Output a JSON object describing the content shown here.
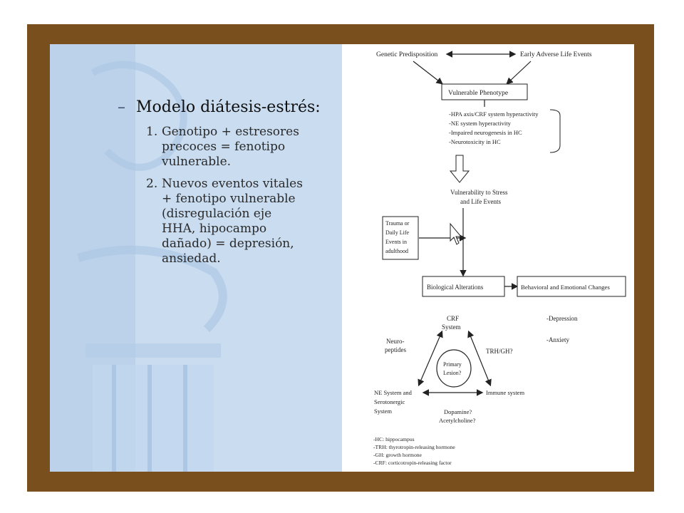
{
  "slide": {
    "heading": "Modelo diátesis-estrés:",
    "items": [
      {
        "num": "1.",
        "text": "Genotipo + estresores precoces = fenotipo vulnerable."
      },
      {
        "num": "2.",
        "text": "Nuevos eventos vitales + fenotipo vulnerable (disregulación eje HHA, hipocampo dañado) = depresión, ansiedad."
      }
    ]
  },
  "diagram": {
    "genetic": "Genetic Predisposition",
    "early": "Early Adverse Life Events",
    "phenotype": "Vulnerable Phenotype",
    "alterations_list": [
      "-HPA axis/CRF system hyperactivity",
      "-NE system hyperactivity",
      "-Impaired neurogenesis in HC",
      "-Neurotoxicity in HC"
    ],
    "vulnerability_line1": "Vulnerability to Stress",
    "vulnerability_line2": "and Life Events",
    "trauma_lines": [
      "Trauma or",
      "Daily Life",
      "Events in",
      "adulthood"
    ],
    "bio": "Biological Alterations",
    "behav": "Behavioral and Emotional Changes",
    "depression": "-Depression",
    "anxiety": "-Anxiety",
    "crf_line1": "CRF",
    "crf_line2": "System",
    "neuro_line1": "Neuro-",
    "neuro_line2": "peptides",
    "trh": "TRH/GH?",
    "lesion_line1": "Primary",
    "lesion_line2": "Lesion?",
    "ne_lines": [
      "NE System and",
      "Serotonergic",
      "System"
    ],
    "immune": "Immune system",
    "dopamine_line1": "Dopamine?",
    "dopamine_line2": "Acetylcholine?",
    "legend": [
      "-HC: hippocampus",
      "-TRH: thyrotropin-releasing hormone",
      "-GH: growth hormone",
      "-CRF: corticotropin-releasing factor"
    ]
  },
  "colors": {
    "frame": "#7a4f1e",
    "panel": "#c9dcf0",
    "bullet_dash": "#3a4a6a"
  }
}
